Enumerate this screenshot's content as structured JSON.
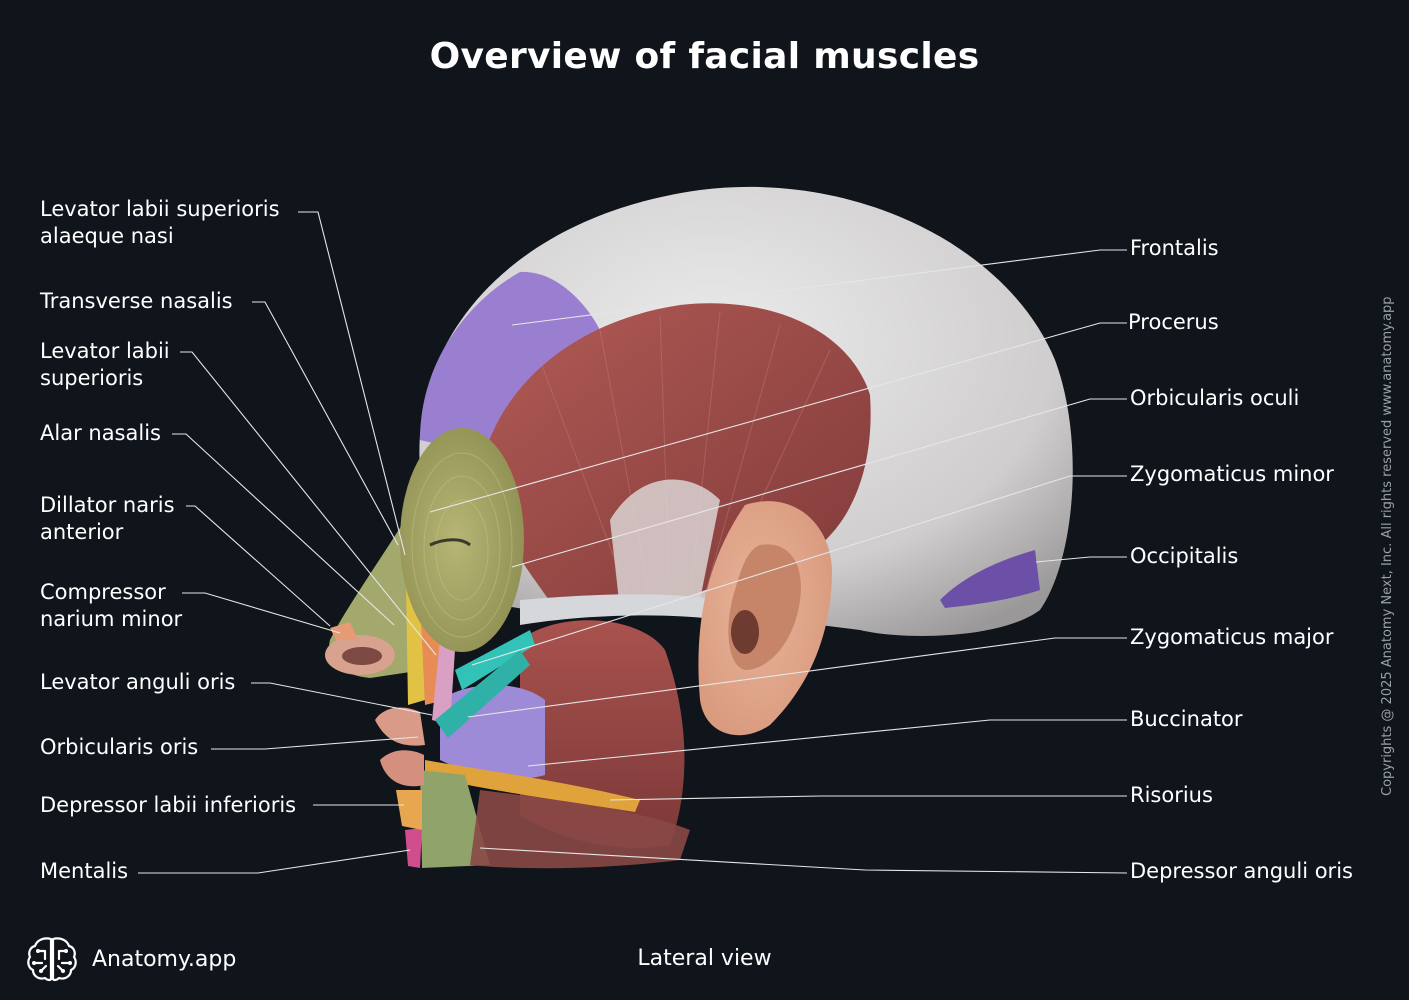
{
  "title": "Overview of facial muscles",
  "view_label": "Lateral view",
  "brand": {
    "name": "Anatomy.app",
    "icon": "brain-logo-icon"
  },
  "copyright": "Copyrights @ 2025 Anatomy Next, Inc. All rights reserved www.anatomy.app",
  "colors": {
    "background": "#10141b",
    "skin": "#c9a08f",
    "muscle_red": "#9c4b48",
    "galea": "#dcdcdc",
    "frontalis": "#9a7fd1",
    "orbicularis_oculi": "#a7a865",
    "zygomaticus": "#33c2b8",
    "buccinator": "#9d8bd8",
    "risorius": "#e0a23a",
    "depressor": "#8fa36a"
  },
  "left_labels": [
    {
      "id": "levator-labii-superioris-alaeque-nasi",
      "lines": [
        "Levator labii superioris",
        "alaeque nasi"
      ]
    },
    {
      "id": "transverse-nasalis",
      "lines": [
        "Transverse nasalis"
      ]
    },
    {
      "id": "levator-labii-superioris",
      "lines": [
        "Levator labii",
        "superioris"
      ]
    },
    {
      "id": "alar-nasalis",
      "lines": [
        "Alar nasalis"
      ]
    },
    {
      "id": "dillator-naris-anterior",
      "lines": [
        "Dillator naris",
        "anterior"
      ]
    },
    {
      "id": "compressor-narium-minor",
      "lines": [
        "Compressor",
        "narium minor"
      ]
    },
    {
      "id": "levator-anguli-oris",
      "lines": [
        "Levator anguli oris"
      ]
    },
    {
      "id": "orbicularis-oris",
      "lines": [
        "Orbicularis oris"
      ]
    },
    {
      "id": "depressor-labii-inferioris",
      "lines": [
        "Depressor labii inferioris"
      ]
    },
    {
      "id": "mentalis",
      "lines": [
        "Mentalis"
      ]
    }
  ],
  "right_labels": [
    {
      "id": "frontalis",
      "lines": [
        "Frontalis"
      ]
    },
    {
      "id": "procerus",
      "lines": [
        "Procerus"
      ]
    },
    {
      "id": "orbicularis-oculi",
      "lines": [
        "Orbicularis oculi"
      ]
    },
    {
      "id": "zygomaticus-minor",
      "lines": [
        "Zygomaticus minor"
      ]
    },
    {
      "id": "occipitalis",
      "lines": [
        "Occipitalis"
      ]
    },
    {
      "id": "zygomaticus-major",
      "lines": [
        "Zygomaticus major"
      ]
    },
    {
      "id": "buccinator",
      "lines": [
        "Buccinator"
      ]
    },
    {
      "id": "risorius",
      "lines": [
        "Risorius"
      ]
    },
    {
      "id": "depressor-anguli-oris",
      "lines": [
        "Depressor anguli oris"
      ]
    }
  ]
}
